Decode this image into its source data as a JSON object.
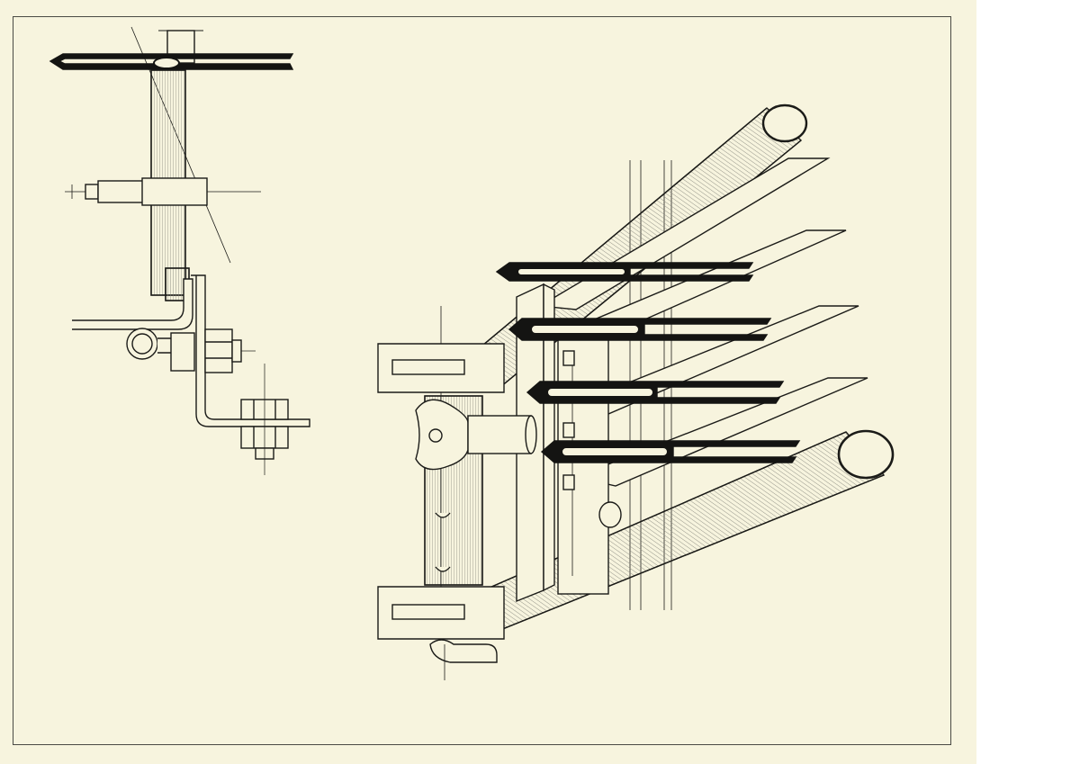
{
  "drawing": {
    "views": [
      "side-section-view",
      "isometric-assembly-view"
    ],
    "colors": {
      "paper": "#f7f4de",
      "ink": "#1b1b18",
      "hatch": "#7a7a70",
      "blade_fill": "#141412",
      "page_margin": "#ffffff"
    },
    "parts": [
      "knife-blade",
      "support-rod",
      "bracket",
      "wing-nut",
      "hex-nut",
      "spring-clip",
      "flat-bar"
    ]
  }
}
